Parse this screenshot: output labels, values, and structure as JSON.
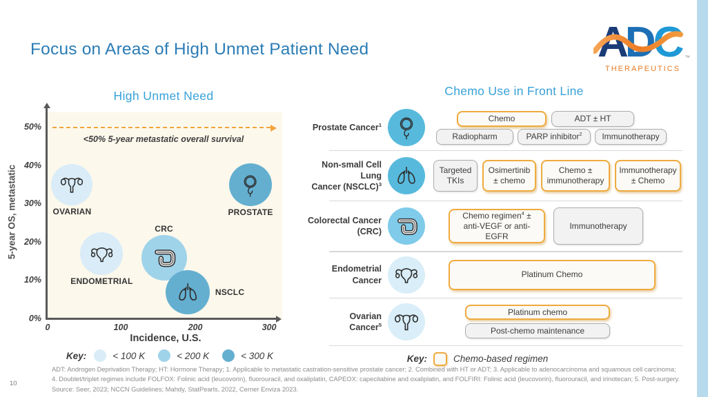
{
  "slide": {
    "title": "Focus on Areas of High Unmet Patient Need",
    "page_number": "10",
    "logo": {
      "letters": [
        "A",
        "D",
        "C"
      ],
      "wordmark": "THERAPEUTICS",
      "tm": "™"
    }
  },
  "colors": {
    "accent_blue_title": "#2b7cb5",
    "accent_blue_section": "#38a1d8",
    "gold": "#EFAA3D",
    "dashed_line": "#F2A43C",
    "edge_strip": "#b7daec",
    "circle_bright": "#57BADD",
    "circle_mid": "#7FCBE9",
    "circle_light": "#D9EEF8",
    "logo_navy": "#1A3C77",
    "logo_blue": "#1C6FB4",
    "logo_cyan": "#1E99D6",
    "logo_orange": "#E87A22"
  },
  "chart_data": {
    "type": "scatter",
    "title": "High Unmet Need",
    "xlabel": "Incidence, U.S.",
    "ylabel": "5-year OS, metastatic",
    "xticks": [
      "0",
      "100",
      "200",
      "300"
    ],
    "yticks": [
      "50%",
      "40%",
      "30%",
      "20%",
      "10%",
      "0%"
    ],
    "xlim": [
      0,
      315
    ],
    "ylim": [
      0,
      55
    ],
    "grid": false,
    "threshold": {
      "y": 50,
      "style": "dashed-arrow",
      "color": "#F2A43C",
      "label": "<50% 5-year metastatic overall survival"
    },
    "points": [
      {
        "label": "OVARIAN",
        "icon": "ovaries",
        "x": 34,
        "y": 35,
        "size_bucket": "< 100 K",
        "r": 30,
        "label_pos": "below"
      },
      {
        "label": "ENDOMETRIAL",
        "icon": "uterus",
        "x": 74,
        "y": 17,
        "size_bucket": "< 100 K",
        "r": 31,
        "label_pos": "below"
      },
      {
        "label": "CRC",
        "icon": "colon",
        "x": 158,
        "y": 16,
        "size_bucket": "< 200 K",
        "r": 33,
        "label_pos": "above"
      },
      {
        "label": "NSCLC",
        "icon": "lungs",
        "x": 190,
        "y": 7,
        "size_bucket": "< 300 K",
        "r": 32,
        "label_pos": "right"
      },
      {
        "label": "PROSTATE",
        "icon": "prostate",
        "x": 275,
        "y": 35,
        "size_bucket": "< 300 K",
        "r": 31,
        "label_pos": "below"
      }
    ],
    "bucket_colors": {
      "< 100 K": "#D9ECF7",
      "< 200 K": "#9FD3EA",
      "< 300 K": "#64AFD0"
    },
    "legend": {
      "label": "Key:",
      "position": "bottom",
      "entries": [
        {
          "label": "< 100 K",
          "color": "#D9ECF7"
        },
        {
          "label": "< 200 K",
          "color": "#9FD3EA"
        },
        {
          "label": "< 300 K",
          "color": "#64AFD0"
        }
      ]
    }
  },
  "right_panel": {
    "title": "Chemo Use in Front Line",
    "rows": [
      {
        "label": "Prostate Cancer",
        "sup": "1",
        "icon": "prostate",
        "row1": [
          {
            "text": "Chemo",
            "chemo": true
          },
          {
            "text": "ADT ± HT",
            "chemo": false
          }
        ],
        "row2": [
          {
            "text": "Radiopharm",
            "chemo": false
          },
          {
            "text": "PARP inhibitor",
            "sup": "2",
            "chemo": false
          },
          {
            "text": "Immunotherapy",
            "chemo": false
          }
        ]
      },
      {
        "label_line1": "Non-small Cell Lung",
        "label_line2": "Cancer (NSCLC)",
        "sup": "3",
        "icon": "lungs",
        "boxes": [
          {
            "text": "Targeted TKIs",
            "chemo": false
          },
          {
            "text": "Osimertinib ± chemo",
            "chemo": true
          },
          {
            "text": "Chemo ± immunotherapy",
            "chemo": true
          },
          {
            "text": "Immunotherapy ± Chemo",
            "chemo": true
          }
        ]
      },
      {
        "label_line1": "Colorectal Cancer",
        "label_line2": "(CRC)",
        "icon": "colon",
        "box1": {
          "text1": "Chemo regimen",
          "sup": "4",
          "text2": " ± anti-VEGF or anti-EGFR",
          "chemo": true
        },
        "box2": {
          "text": "Immunotherapy",
          "chemo": false
        }
      },
      {
        "label_line1": "Endometrial",
        "label_line2": "Cancer",
        "icon": "uterus",
        "box": {
          "text": "Platinum Chemo",
          "chemo": true
        }
      },
      {
        "label_line1": "Ovarian",
        "label_line2": "Cancer",
        "sup": "5",
        "icon": "ovaries",
        "box1": {
          "text": "Platinum chemo",
          "chemo": true
        },
        "box2": {
          "text": "Post-chemo maintenance",
          "chemo": false
        }
      }
    ],
    "key": {
      "label": "Key:",
      "text": "Chemo-based regimen"
    }
  },
  "footnotes": {
    "abbreviations": "ADT: Androgen Deprivation Therapy; HT: Hormone Therapy; 1. Applicable to metastatic castration-sensitive prostate cancer; 2. Combined with HT or ADT; 3. Applicable to adenocarcinoma and squamous cell carcinoma; 4. Doublet/triplet regimes include FOLFOX: Folinic acid (leucovorin), fluorouracil, and oxaliplatin, CAPEOX: capecitabine and oxaliplatin, and FOLFIRI: Folinic acid (leucovorin), fluorouracil, and irinotecan; 5. Post-surgery.",
    "source": "Source: Seer, 2023; NCCN Guidelines; Mahdy, StatPearls, 2022, Cerner Enviza 2023."
  }
}
